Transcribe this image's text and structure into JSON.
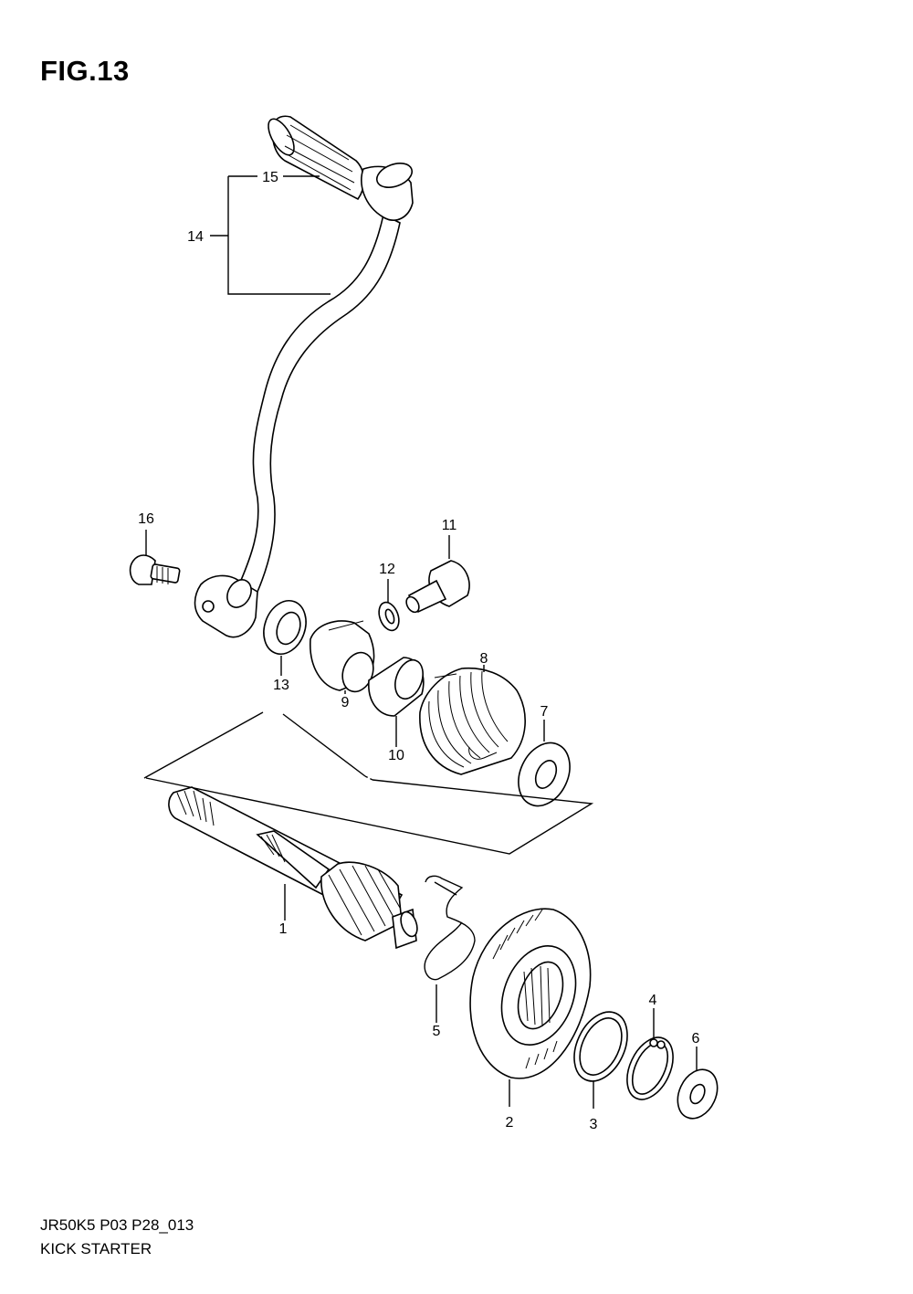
{
  "figure": {
    "title": "FIG.13"
  },
  "footer": {
    "code": "JR50K5 P03 P28_013",
    "caption": "KICK STARTER"
  },
  "callouts": {
    "c1": "1",
    "c2": "2",
    "c3": "3",
    "c4": "4",
    "c5": "5",
    "c6": "6",
    "c7": "7",
    "c8": "8",
    "c9": "9",
    "c10": "10",
    "c11": "11",
    "c12": "12",
    "c13": "13",
    "c14": "14",
    "c15": "15",
    "c16": "16"
  }
}
